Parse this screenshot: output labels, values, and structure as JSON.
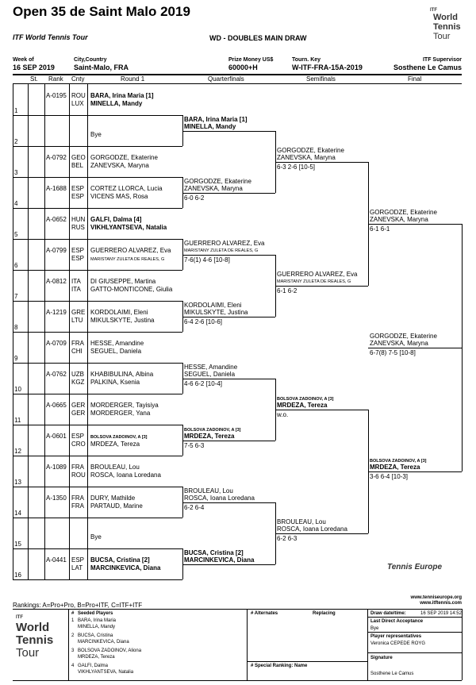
{
  "header": {
    "title": "Open 35 de Saint Malo 2019",
    "tour": "ITF World Tennis Tour",
    "draw_title": "WD - DOUBLES MAIN DRAW"
  },
  "logo": {
    "l1": "ITF",
    "l2": "World",
    "l3": "Tennis",
    "l4": "Tour"
  },
  "info": {
    "week_label": "Week of",
    "week": "16 SEP 2019",
    "city_label": "City,Country",
    "city": "Saint-Malo, FRA",
    "prize_label": "Prize Money US$",
    "prize": "60000+H",
    "key_label": "Tourn. Key",
    "key": "W-ITF-FRA-15A-2019",
    "sup_label": "ITF Supervisor",
    "sup": "Sosthene Le Camus"
  },
  "cols": {
    "st": "St.",
    "rank": "Rank",
    "cnty": "Cnty",
    "r1": "Round 1",
    "qf": "Quarterfinals",
    "sf": "Semifinals",
    "f": "Final"
  },
  "lines": [
    {
      "num": "1",
      "st": "A-0195",
      "c1": "ROU",
      "c2": "LUX",
      "p1": "BARA, Irina Maria [1]",
      "p2": "MINELLA, Mandy"
    },
    {
      "num": "2",
      "st": "",
      "c1": "",
      "c2": "",
      "p1": "",
      "p2": "Bye"
    },
    {
      "num": "3",
      "st": "A-0792",
      "c1": "GEO",
      "c2": "BEL",
      "p1": "GORGODZE, Ekaterine",
      "p2": "ZANEVSKA, Maryna"
    },
    {
      "num": "4",
      "st": "A-1688",
      "c1": "ESP",
      "c2": "ESP",
      "p1": "CORTEZ LLORCA, Lucia",
      "p2": "VICENS MAS, Rosa"
    },
    {
      "num": "5",
      "st": "A-0652",
      "c1": "HUN",
      "c2": "RUS",
      "p1": "GALFI, Dalma [4]",
      "p2": "VIKHLYANTSEVA, Natalia"
    },
    {
      "num": "6",
      "st": "A-0799",
      "c1": "ESP",
      "c2": "ESP",
      "p1": "GUERRERO ALVAREZ, Eva",
      "p2": "MARISTANY ZULETA DE REALES, G"
    },
    {
      "num": "7",
      "st": "A-0812",
      "c1": "ITA",
      "c2": "ITA",
      "p1": "DI GIUSEPPE, Martina",
      "p2": "GATTO-MONTICONE, Giulia"
    },
    {
      "num": "8",
      "st": "A-1219",
      "c1": "GRE",
      "c2": "LTU",
      "p1": "KORDOLAIMI, Eleni",
      "p2": "MIKULSKYTE, Justina"
    },
    {
      "num": "9",
      "st": "A-0709",
      "c1": "FRA",
      "c2": "CHI",
      "p1": "HESSE, Amandine",
      "p2": "SEGUEL, Daniela"
    },
    {
      "num": "10",
      "st": "A-0762",
      "c1": "UZB",
      "c2": "KGZ",
      "p1": "KHABIBULINA, Albina",
      "p2": "PALKINA, Ksenia"
    },
    {
      "num": "11",
      "st": "A-0665",
      "c1": "GER",
      "c2": "GER",
      "p1": "MORDERGER, Tayisiya",
      "p2": "MORDERGER, Yana"
    },
    {
      "num": "12",
      "st": "A-0601",
      "c1": "ESP",
      "c2": "CRO",
      "p1": "BOLSOVA ZADOINOV, A [3]",
      "p2": "MRDEZA, Tereza"
    },
    {
      "num": "13",
      "st": "A-1089",
      "c1": "FRA",
      "c2": "ROU",
      "p1": "BROULEAU, Lou",
      "p2": "ROSCA, Ioana Loredana"
    },
    {
      "num": "14",
      "st": "A-1350",
      "c1": "FRA",
      "c2": "FRA",
      "p1": "DURY, Mathilde",
      "p2": "PARTAUD, Marine"
    },
    {
      "num": "15",
      "st": "",
      "c1": "",
      "c2": "",
      "p1": "",
      "p2": "Bye"
    },
    {
      "num": "16",
      "st": "A-0441",
      "c1": "ESP",
      "c2": "LAT",
      "p1": "BUCSA, Cristina [2]",
      "p2": "MARCINKEVICA, Diana"
    }
  ],
  "qf": [
    {
      "p1": "BARA, Irina Maria [1]",
      "p2": "MINELLA, Mandy",
      "score": ""
    },
    {
      "p1": "GORGODZE, Ekaterine",
      "p2": "ZANEVSKA, Maryna",
      "score": "6-0 6-2"
    },
    {
      "p1": "GUERRERO ALVAREZ, Eva",
      "p2": "MARISTANY ZULETA DE REALES, G",
      "score": "7-6(1) 4-6 [10-8]"
    },
    {
      "p1": "KORDOLAIMI, Eleni",
      "p2": "MIKULSKYTE, Justina",
      "score": "6-4 2-6 [10-6]"
    },
    {
      "p1": "HESSE, Amandine",
      "p2": "SEGUEL, Daniela",
      "score": "4-6 6-2 [10-4]"
    },
    {
      "p1": "BOLSOVA ZADOINOV, A [3]",
      "p2": "MRDEZA, Tereza",
      "score": "7-5 6-3"
    },
    {
      "p1": "BROULEAU, Lou",
      "p2": "ROSCA, Ioana Loredana",
      "score": "6-2 6-4"
    },
    {
      "p1": "BUCSA, Cristina [2]",
      "p2": "MARCINKEVICA, Diana",
      "score": ""
    }
  ],
  "sf": [
    {
      "p1": "GORGODZE, Ekaterine",
      "p2": "ZANEVSKA, Maryna",
      "score": "6-3 2-6 [10-5]"
    },
    {
      "p1": "GUERRERO ALVAREZ, Eva",
      "p2": "MARISTANY ZULETA DE REALES, G",
      "score": "6-1 6-2"
    },
    {
      "p1": "BOLSOVA ZADOINOV, A [3]",
      "p2": "MRDEZA, Tereza",
      "score": "w.o."
    },
    {
      "p1": "BROULEAU, Lou",
      "p2": "ROSCA, Ioana Loredana",
      "score": "6-2 6-3"
    }
  ],
  "fin": [
    {
      "p1": "GORGODZE, Ekaterine",
      "p2": "ZANEVSKA, Maryna",
      "score": "6-1 6-1"
    },
    {
      "p1": "BOLSOVA ZADOINOV, A [3]",
      "p2": "MRDEZA, Tereza",
      "score": "3-6 6-4 [10-3]"
    }
  ],
  "champion": {
    "p1": "GORGODZE, Ekaterine",
    "p2": "ZANEVSKA, Maryna",
    "score": "6-7(8) 7-5 [10-8]"
  },
  "te": {
    "brand": "Tennis",
    "brand2": "Europe",
    "web1": "www.tenniseurope.org",
    "web2": "www.itftennis.com"
  },
  "footer": {
    "rankings": "Rankings: A=Pro+Pro, B=Pro+ITF, C=ITF+ITF",
    "seeded_hash": "#",
    "seeded": "Seeded Players",
    "seeds": [
      {
        "n": "1",
        "a": "BARA, Irina Maria",
        "b": "MINELLA, Mandy"
      },
      {
        "n": "2",
        "a": "BUCSA, Cristina",
        "b": "MARCINKEVICA, Diana"
      },
      {
        "n": "3",
        "a": "BOLSOVA ZADOINOV, Aliona",
        "b": "MRDEZA, Tereza"
      },
      {
        "n": "4",
        "a": "GALFI, Dalma",
        "b": "VIKHLYANTSEVA, Natalia"
      }
    ],
    "alternates": "# Alternates",
    "replacing": "Replacing",
    "special": "# Special Ranking: Name",
    "draw_label": "Draw date/time:",
    "draw_value": "16 SEP 2019 14:52",
    "lda_label": "Last Direct Acceptance",
    "lda_value": "Bye",
    "rep_label": "Player representatives",
    "rep_value": "Veronica CEPEDE ROYG",
    "sig_label": "Signature",
    "sig_value": "Sosthene Le Camus"
  }
}
